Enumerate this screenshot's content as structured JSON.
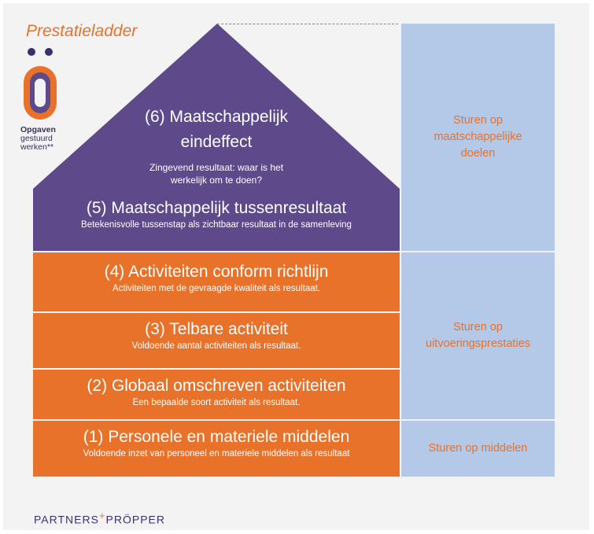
{
  "title": "Prestatieladder",
  "logo": {
    "line1": "Opgaven",
    "line2": "gestuurd",
    "line3": "werken**"
  },
  "ladder": {
    "level6": {
      "title_line1": "(6) Maatschappelijk",
      "title_line2": "eindeffect",
      "subtitle_line1": "Zingevend resultaat: waar is het",
      "subtitle_line2": "werkelijk om te doen?"
    },
    "level5": {
      "title": "(5) Maatschappelijk tussenresultaat",
      "subtitle": "Betekenisvolle tussenstap als zichtbaar resultaat in de samenleving"
    },
    "level4": {
      "title": "(4) Activiteiten conform richtlijn",
      "subtitle": "Activiteiten met de gevraagde kwaliteit als resultaat."
    },
    "level3": {
      "title": "(3) Telbare activiteit",
      "subtitle": "Voldoende aantal activiteiten als resultaat."
    },
    "level2": {
      "title": "(2) Globaal omschreven activiteiten",
      "subtitle": "Een bepaalde soort activiteit als resultaat."
    },
    "level1": {
      "title": "(1) Personele en materiele middelen",
      "subtitle": "Voldoende inzet van personeel en materiele middelen als resultaat"
    }
  },
  "steering": {
    "goals_line1": "Sturen op",
    "goals_line2": "maatschappelijke",
    "goals_line3": "doelen",
    "performance_line1": "Sturen op",
    "performance_line2": "uitvoeringsprestaties",
    "means": "Sturen op middelen"
  },
  "footer": {
    "brand_a": "PARTNERS",
    "plus": "+",
    "brand_b": "PRÖPPER"
  },
  "colors": {
    "purple": "#5e4a8a",
    "orange": "#e8722a",
    "light_blue": "#b4c8e8",
    "dark_purple": "#3b2f6e"
  }
}
